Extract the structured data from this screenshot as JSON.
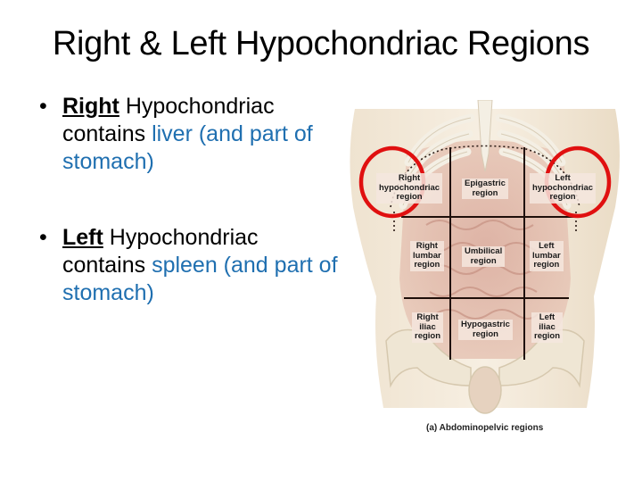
{
  "slide": {
    "title": "Right & Left Hypochondriac Regions"
  },
  "bullets": [
    {
      "keyword": "Right",
      "text_before": " Hypochondriac contains ",
      "highlight": "liver (and part of stomach)"
    },
    {
      "keyword": "Left",
      "text_before": " Hypochondriac contains ",
      "highlight": "spleen (and part of stomach)"
    }
  ],
  "figure": {
    "regions": {
      "right_hypochondriac": "Right\nhypochondriac\nregion",
      "epigastric": "Epigastric\nregion",
      "left_hypochondriac": "Left\nhypochondriac\nregion",
      "right_lumbar": "Right\nlumbar\nregion",
      "umbilical": "Umbilical\nregion",
      "left_lumbar": "Left\nlumbar\nregion",
      "right_iliac": "Right\niliac\nregion",
      "hypogastric": "Hypogastric\nregion",
      "left_iliac": "Left\niliac\nregion"
    },
    "caption": "(a) Abdominopelvic regions",
    "highlight_circle_color": "#e01010",
    "highlighted_regions": [
      "right_hypochondriac",
      "left_hypochondriac"
    ]
  },
  "colors": {
    "text": "#000000",
    "highlight_text": "#1f6fb0",
    "background": "#ffffff"
  }
}
